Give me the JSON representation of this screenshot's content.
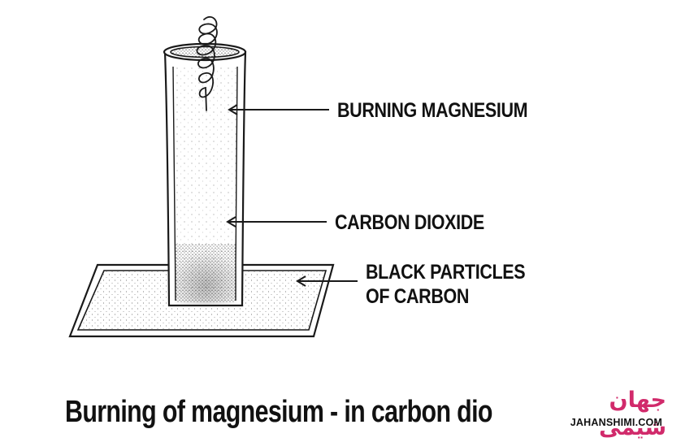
{
  "labels": {
    "burning_magnesium": "BURNING MAGNESIUM",
    "carbon_dioxide": "CARBON DIOXIDE",
    "black_particles_line1": "BLACK PARTICLES",
    "black_particles_line2": "OF CARBON"
  },
  "caption": "Burning of magnesium - in carbon dio",
  "watermark": {
    "text_fa": "جهان شیمی",
    "text_en": "JAHANSHIMI.COM",
    "color": "#d12a6b"
  }
}
